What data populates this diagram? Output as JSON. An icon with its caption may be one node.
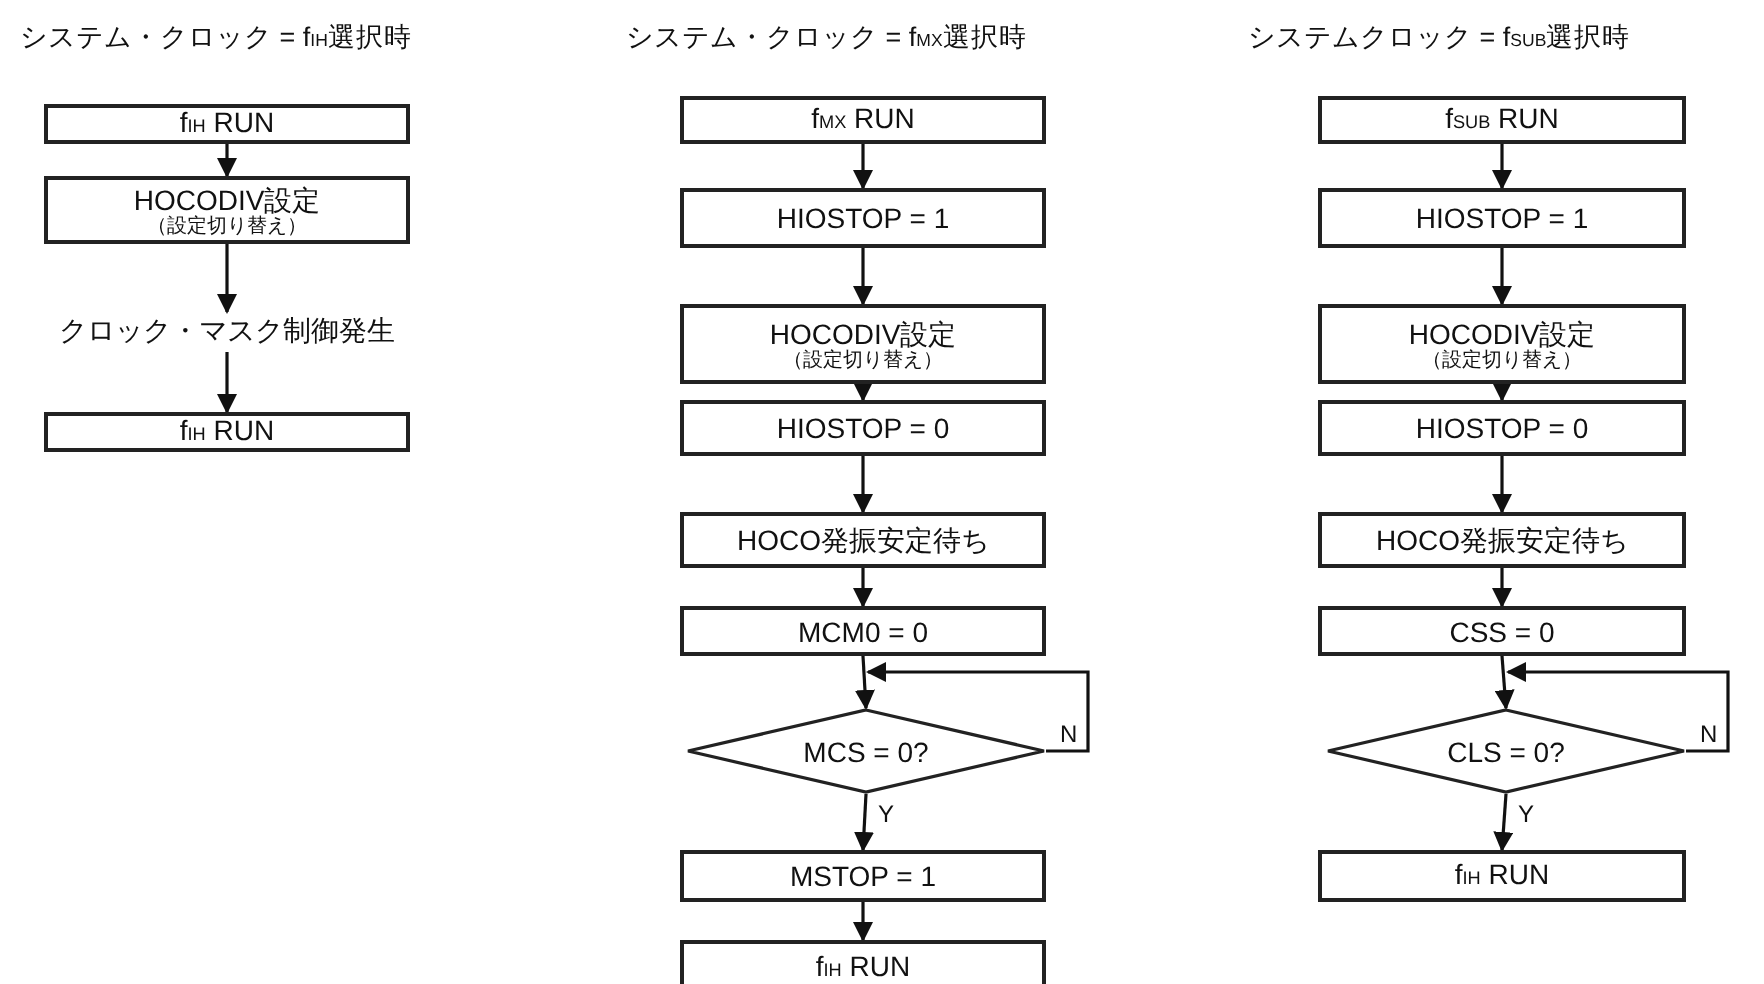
{
  "diagram": {
    "nodes": [
      {
        "text": [
          "f$_{IH}$ RUN"
        ]
      },
      {
        "text": [
          "HOCODIV設定",
          "（設定切り替え）"
        ]
      },
      {
        "text": [
          "クロック・マスク制御発生"
        ]
      },
      {
        "text": [
          "f$_{IH}$ RUN"
        ]
      },
      {
        "text": [
          "f$_{MX}$ RUN"
        ]
      },
      {
        "text": [
          "HIOSTOP = 1"
        ]
      },
      {
        "text": [
          "HOCODIV設定",
          "（設定切り替え）"
        ]
      },
      {
        "text": [
          "HIOSTOP = 0"
        ]
      },
      {
        "text": [
          "HOCO発振安定待ち"
        ]
      },
      {
        "text": [
          "MCM0 = 0"
        ]
      },
      {
        "text": [
          "MCS = 0?"
        ]
      },
      {
        "text": [
          "MSTOP = 1"
        ]
      },
      {
        "text": [
          "f$_{IH}$ RUN"
        ]
      },
      {
        "text": [
          "f$_{SUB}$ RUN"
        ]
      },
      {
        "text": [
          "HIOSTOP = 1"
        ]
      },
      {
        "text": [
          "HOCODIV設定",
          "（設定切り替え）"
        ]
      },
      {
        "text": [
          "HIOSTOP = 0"
        ]
      },
      {
        "text": [
          "HOCO発振安定待ち"
        ]
      },
      {
        "text": [
          "CSS = 0"
        ]
      },
      {
        "text": [
          "CLS = 0?"
        ]
      },
      {
        "text": [
          "f$_{IH}$ RUN"
        ]
      }
    ],
    "edges": [
      {
        "from": 0,
        "to": 1,
        "arrow": "to"
      },
      {
        "from": 1,
        "to": 2,
        "arrow": "to"
      },
      {
        "from": 2,
        "to": 3,
        "arrow": "to"
      },
      {
        "from": 4,
        "to": 5,
        "arrow": "to"
      },
      {
        "from": 5,
        "to": 6,
        "arrow": "to"
      },
      {
        "from": 6,
        "to": 7,
        "arrow": "to"
      },
      {
        "from": 7,
        "to": 8,
        "arrow": "to"
      },
      {
        "from": 8,
        "to": 9,
        "arrow": "to"
      },
      {
        "from": 9,
        "to": 10,
        "arrow": "to"
      },
      {
        "from": 10,
        "to": 10,
        "arrow": "to",
        "label": "N"
      },
      {
        "from": 10,
        "to": 11,
        "arrow": "to",
        "label": "Y"
      },
      {
        "from": 11,
        "to": 12,
        "arrow": "to"
      },
      {
        "from": 13,
        "to": 14,
        "arrow": "to"
      },
      {
        "from": 14,
        "to": 15,
        "arrow": "to"
      },
      {
        "from": 15,
        "to": 16,
        "arrow": "to"
      },
      {
        "from": 16,
        "to": 17,
        "arrow": "to"
      },
      {
        "from": 17,
        "to": 18,
        "arrow": "to"
      },
      {
        "from": 18,
        "to": 19,
        "arrow": "to"
      },
      {
        "from": 19,
        "to": 19,
        "arrow": "to",
        "label": "N"
      },
      {
        "from": 19,
        "to": 20,
        "arrow": "to",
        "label": "Y"
      }
    ],
    "labels": [
      "システム・クロック = f$_{IH}$選択時",
      "システム・クロック = f$_{MX}$選択時",
      "システムクロック = f$_{SUB}$選択時"
    ]
  }
}
